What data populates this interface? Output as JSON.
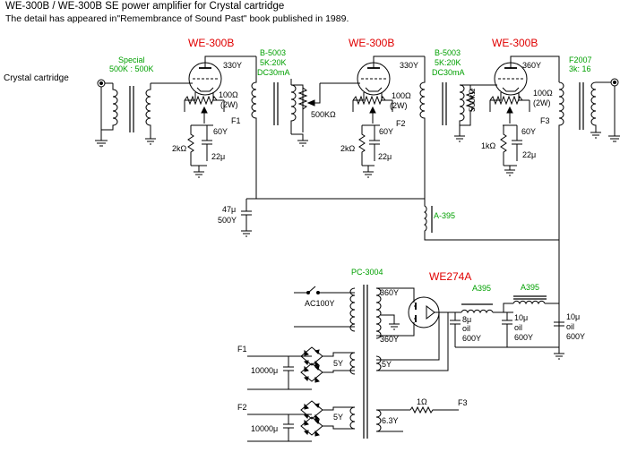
{
  "header": {
    "title": "WE-300B / WE-300B SE power amplifier for Crystal cartridge",
    "subtitle": "The detail has appeared in\"Remembrance of Sound Past\" book published in 1989."
  },
  "labels": {
    "input": "Crystal cartridge",
    "t_input": [
      "Special",
      "500K : 500K"
    ],
    "tube1": "WE-300B",
    "tube2": "WE-300B",
    "tube3": "WE-300B",
    "rect_tube": "WE274A",
    "b1": [
      "B-5003",
      "5K:20K",
      "DC30mA"
    ],
    "b2": [
      "B-5003",
      "5K:20K",
      "DC30mA"
    ],
    "t_out": [
      "F2007",
      "3k: 16"
    ],
    "v1": "330Y",
    "v2": "330Y",
    "v3": "360Y",
    "hum1": [
      "100Ω",
      "(2W)"
    ],
    "hum2": [
      "100Ω",
      "(2W)"
    ],
    "hum3": [
      "100Ω",
      "(2W)"
    ],
    "f1": "F1",
    "f2": "F2",
    "f3": "F3",
    "bias1": "60Y",
    "bias2": "60Y",
    "bias3": "60Y",
    "rk1": "2kΩ",
    "rk2": "2kΩ",
    "rk3": "1kΩ",
    "ck1": "22μ",
    "ck2": "22μ",
    "ck3": "22μ",
    "vol1": "500KΩ",
    "vol2": "500kΩ",
    "cap_b": [
      "47μ",
      "500Y"
    ],
    "choke_a": "A-395",
    "power_xfmr": "PC-3004",
    "ac": "AC100Y",
    "sec_hv1": "360Y",
    "sec_hv2": "360Y",
    "sec_5v_rect": "5Y",
    "sec_5v_a": "5Y",
    "sec_5v_b": "5Y",
    "sec_63": "6.3Y",
    "choke1": "A395",
    "choke2": "A395",
    "c1": [
      "8μ",
      "oil",
      "600Y"
    ],
    "c2": [
      "10μ",
      "oil",
      "600Y"
    ],
    "c3": [
      "10μ",
      "oil",
      "600Y"
    ],
    "sf1": "F1",
    "sf2": "F2",
    "sf3": "F3",
    "cf1": "10000μ",
    "cf2": "10000μ",
    "r_heater": "1Ω"
  }
}
